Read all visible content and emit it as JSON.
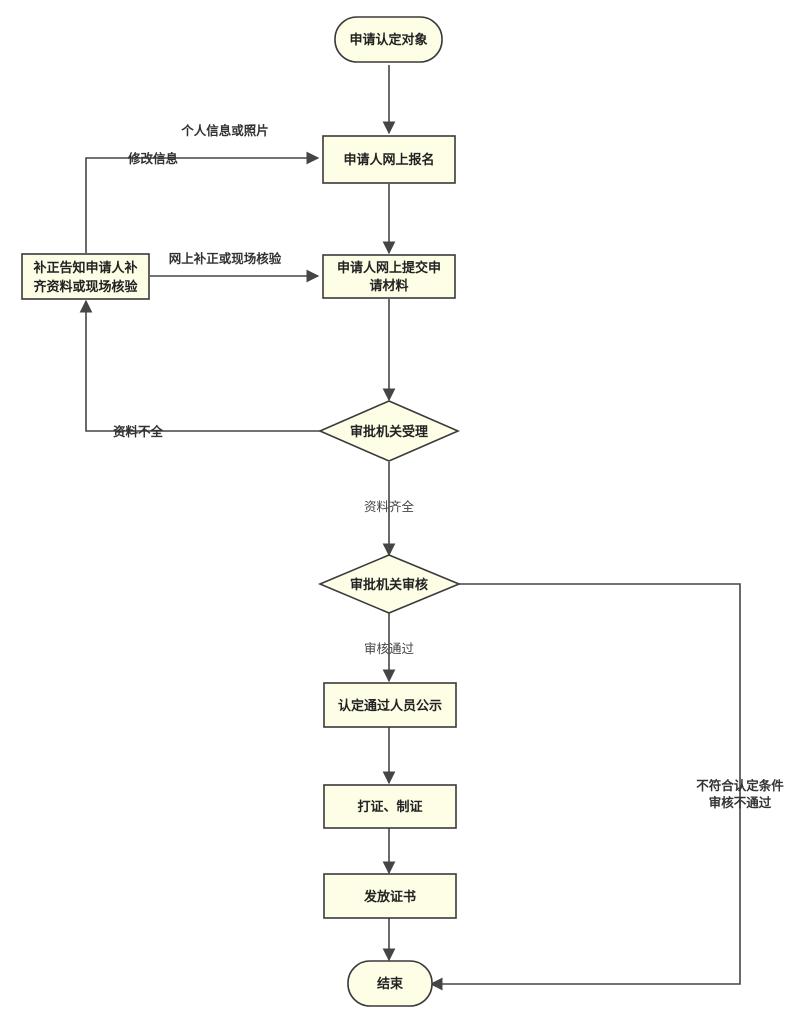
{
  "colors": {
    "node_fill": "#fefde6",
    "stroke": "#3a3a3a",
    "line": "#454545"
  },
  "nodes": {
    "start": "申请认定对象",
    "online_register": "申请人网上报名",
    "submit_materials_line1": "申请人网上提交申",
    "submit_materials_line2": "请材料",
    "correction_notice_line1": "补正告知申请人补",
    "correction_notice_line2": "齐资料或现场核验",
    "accept_decision": "审批机关受理",
    "review_decision": "审批机关审核",
    "publicity": "认定通过人员公示",
    "print_certificate": "打证、制证",
    "issue_certificate": "发放证书",
    "end": "结束"
  },
  "edge_labels": {
    "personal_info_or_photo": "个人信息或照片",
    "modify_info": "修改信息",
    "online_supplement_or_onsite": "网上补正或现场核验",
    "materials_incomplete": "资料不全",
    "materials_complete": "资料齐全",
    "review_passed": "审核通过",
    "not_qualified_line1": "不符合认定条件",
    "not_qualified_line2": "审核不通过"
  }
}
